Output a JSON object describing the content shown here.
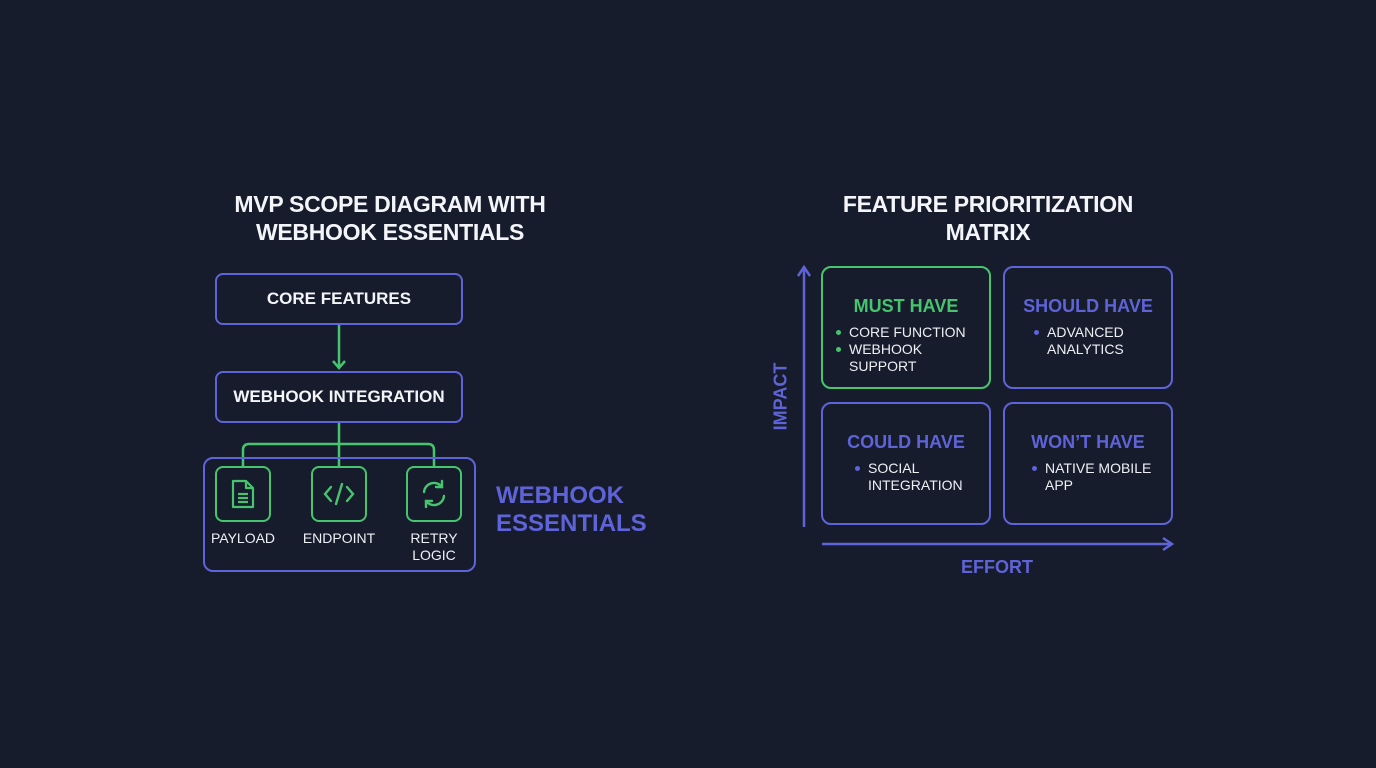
{
  "colors": {
    "background": "#161c2b",
    "accent_purple": "#5f63d8",
    "accent_green": "#46c46e"
  },
  "left": {
    "title_line1": "MVP SCOPE DIAGRAM WITH",
    "title_line2": "WEBHOOK ESSENTIALS",
    "core_features": "CORE FEATURES",
    "webhook_integration": "WEBHOOK INTEGRATION",
    "essentials": [
      {
        "icon": "document-icon",
        "label": "PAYLOAD",
        "label2": ""
      },
      {
        "icon": "code-icon",
        "label": "ENDPOINT",
        "label2": ""
      },
      {
        "icon": "refresh-icon",
        "label": "RETRY",
        "label2": "LOGIC"
      }
    ],
    "group_label_line1": "WEBHOOK",
    "group_label_line2": "ESSENTIALS"
  },
  "right": {
    "title_line1": "FEATURE PRIORITIZATION",
    "title_line2": "MATRIX",
    "y_axis": "IMPACT",
    "x_axis": "EFFORT",
    "cells": [
      {
        "title": "MUST HAVE",
        "items": [
          "CORE FUNCTION",
          "WEBHOOK SUPPORT"
        ]
      },
      {
        "title": "SHOULD HAVE",
        "items": [
          "ADVANCED ANALYTICS"
        ]
      },
      {
        "title": "COULD HAVE",
        "items": [
          "SOCIAL INTEGRATION"
        ]
      },
      {
        "title": "WON’T HAVE",
        "items": [
          "NATIVE MOBILE APP"
        ]
      }
    ]
  }
}
